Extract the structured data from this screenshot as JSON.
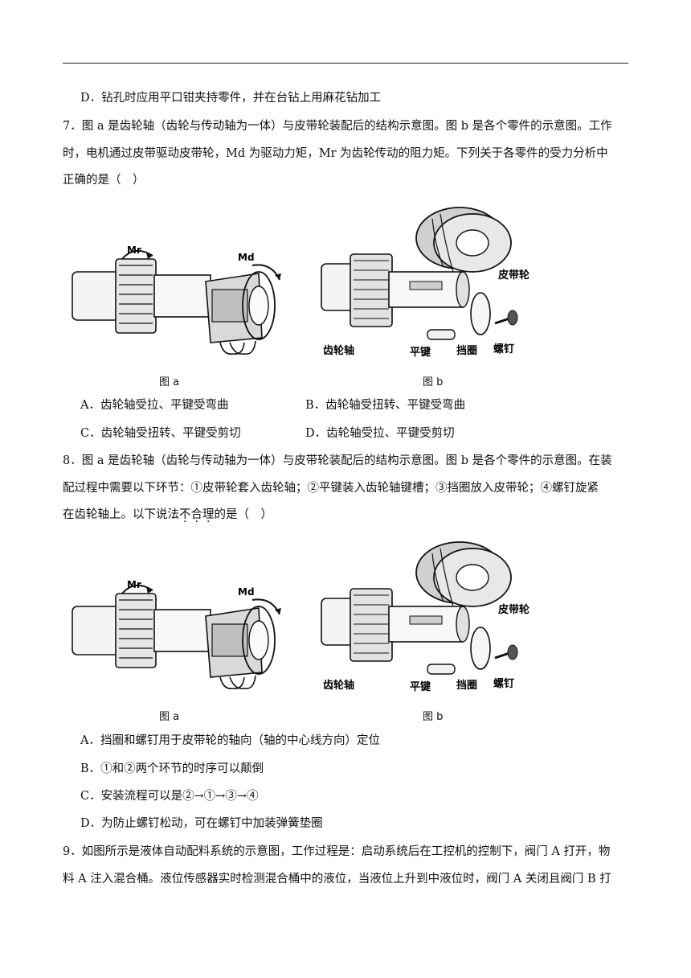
{
  "q6": {
    "option_d": "D．钻孔时应用平口钳夹持零件，并在台钻上用麻花钻加工"
  },
  "q7": {
    "stem_line1": "7．图 a 是齿轮轴（齿轮与传动轴为一体）与皮带轮装配后的结构示意图。图 b 是各个零件的示意图。工作",
    "stem_line2": "时，电机通过皮带驱动皮带轮，Md 为驱动力矩，Mr 为齿轮传动的阻力矩。下列关于各零件的受力分析中",
    "stem_line3": "正确的是（　）",
    "option_a": "A．齿轮轴受拉、平键受弯曲",
    "option_b": "B．齿轮轴受扭转、平键受弯曲",
    "option_c": "C．齿轮轴受扭转、平键受剪切",
    "option_d": "D．齿轮轴受拉、平键受剪切"
  },
  "q8": {
    "stem_line1": "8．图 a 是齿轮轴（齿轮与传动轴为一体）与皮带轮装配后的结构示意图。图 b 是各个零件的示意图。在装",
    "stem_line2": "配过程中需要以下环节：①皮带轮套入齿轮轴；②平键装入齿轮轴键槽；③挡圈放入皮带轮；④螺钉旋紧",
    "stem_line3_pre": "在齿轮轴上。以下说法",
    "stem_line3_emph": [
      "不",
      "合",
      "理"
    ],
    "stem_line3_post": "的是（　）",
    "option_a": "A．挡圈和螺钉用于皮带轮的轴向（轴的中心线方向）定位",
    "option_b": "B．①和②两个环节的时序可以颠倒",
    "option_c": "C．安装流程可以是②→①→③→④",
    "option_d": "D．为防止螺钉松动，可在螺钉中加装弹簧垫圈"
  },
  "q9": {
    "stem_line1": "9．如图所示是液体自动配料系统的示意图，工作过程是：启动系统后在工控机的控制下，阀门 A 打开，物",
    "stem_line2": "料 A 注入混合桶。液位传感器实时检测混合桶中的液位，当液位上升到中液位时，阀门 A 关闭且阀门 B 打"
  },
  "figures": {
    "mr": "Mr",
    "md": "Md",
    "caption_a": "图 a",
    "caption_b": "图 b",
    "label_pulley": "皮带轮",
    "label_gear_shaft": "齿轮轴",
    "label_key": "平键",
    "label_retainer": "挡圈",
    "label_screw": "螺钉"
  }
}
